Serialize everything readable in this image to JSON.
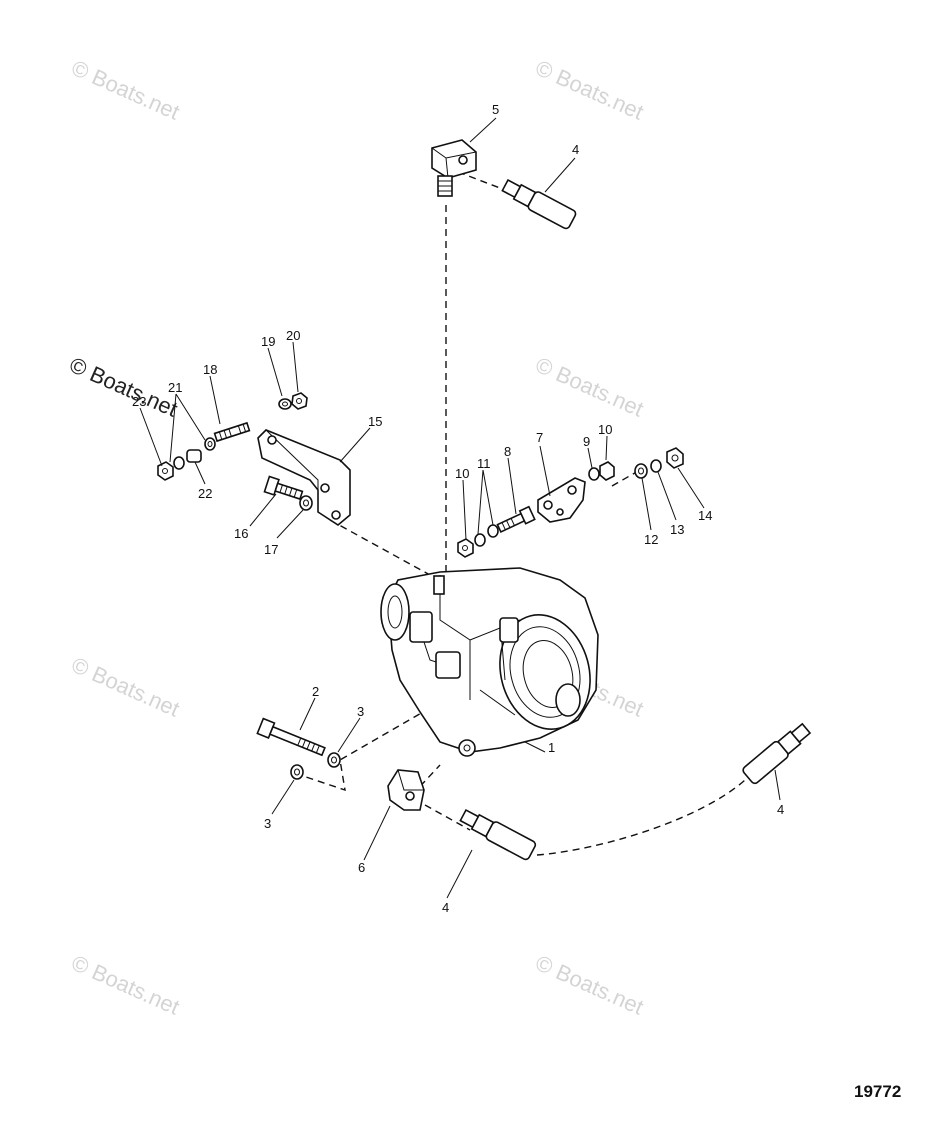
{
  "watermark": "© Boats.net",
  "figure_number": "19772",
  "callouts": [
    "1",
    "2",
    "3",
    "3",
    "4",
    "4",
    "4",
    "5",
    "6",
    "7",
    "8",
    "9",
    "10",
    "10",
    "11",
    "12",
    "13",
    "14",
    "15",
    "16",
    "17",
    "18",
    "19",
    "20",
    "21",
    "22",
    "23"
  ],
  "colors": {
    "ink": "#111111",
    "watermark": "#a0a0a0",
    "background": "#ffffff"
  }
}
